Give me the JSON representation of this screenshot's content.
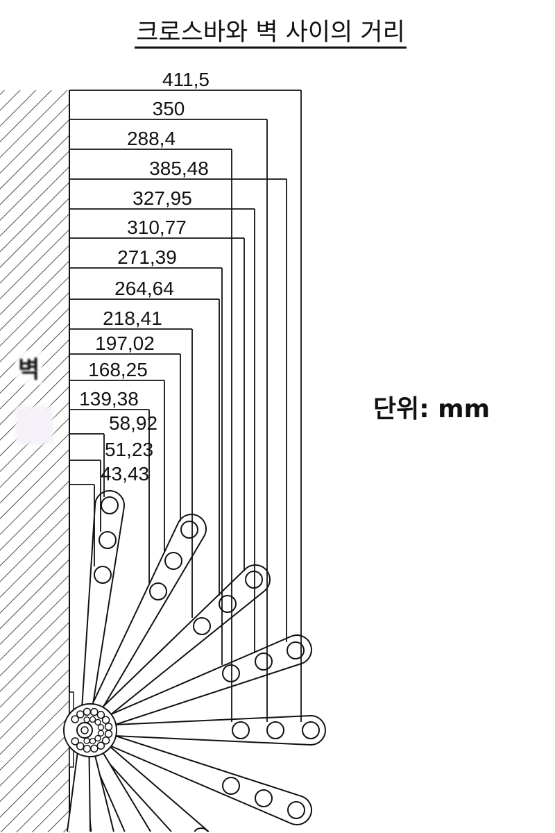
{
  "title": "크로스바와 벽 사이의 거리",
  "unit_label": "단위: mm",
  "wall_label": "벽",
  "dimensions": [
    "411,5",
    "350",
    "288,4",
    "385,48",
    "327,95",
    "310,77",
    "271,39",
    "264,64",
    "218,41",
    "197,02",
    "168,25",
    "139,38",
    "58,92",
    "51,23",
    "43,43"
  ]
}
